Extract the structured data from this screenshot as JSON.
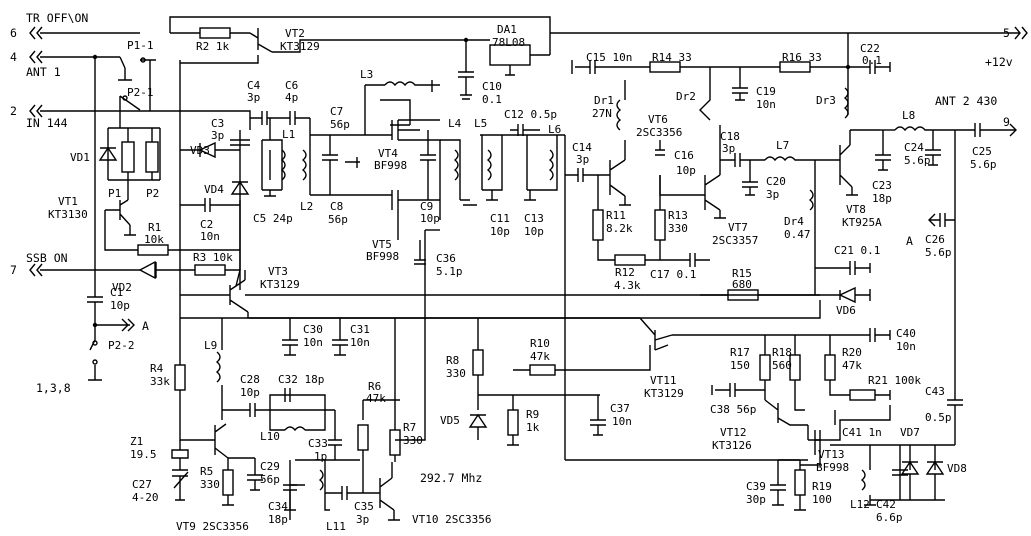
{
  "ports": {
    "p6": "6",
    "p4": "4",
    "p2": "2",
    "p7": "7",
    "p5": "5",
    "p9": "9",
    "tr_off_on": "TR OFF\\ON",
    "ant1": "ANT 1",
    "in144": "IN 144",
    "ssb_on": "SSB ON",
    "ant2": "ANT 2 430",
    "v12": "+12v",
    "pins138": "1,3,8",
    "a_left": "A",
    "a_right": "A",
    "freq": "292.7 Mhz"
  },
  "parts": {
    "R2": "R2 1k",
    "VT2": "VT2",
    "VT2t": "KT3129",
    "DA1": "DA1",
    "DA1t": "78L08",
    "C10": "C10",
    "C10v": "0.1",
    "P1_1": "P1-1",
    "P2_1": "P2-1",
    "P2_2": "P2-2",
    "C4": "C4",
    "C4v": "3p",
    "C6": "C6",
    "C6v": "4p",
    "C3": "C3",
    "C3v": "3p",
    "L1": "L1",
    "L2": "L2",
    "L3": "L3",
    "L4": "L4",
    "L5": "L5",
    "L6": "L6",
    "C5": "C5 24p",
    "C7": "C7",
    "C7v": "56p",
    "C8": "C8",
    "C8v": "56p",
    "VT4": "VT4",
    "VT4t": "BF998",
    "VT5": "VT5",
    "VT5t": "BF998",
    "C9": "C9",
    "C9v": "10p",
    "C11": "C11",
    "C11v": "10p",
    "C12": "C12 0.5p",
    "C13": "C13",
    "C13v": "10p",
    "C36": "C36",
    "C36v": "5.1p",
    "VD1": "VD1",
    "VD2": "VD2",
    "VD3": "VD3",
    "VD4": "VD4",
    "P1": "P1",
    "P2": "P2",
    "VT1": "VT1",
    "VT1t": "KT3130",
    "R1": "R1",
    "R1v": "10k",
    "C2": "C2",
    "C2v": "10n",
    "R3": "R3 10k",
    "VT3": "VT3",
    "VT3t": "KT3129",
    "C1": "C1",
    "C1v": "10p",
    "C15": "C15 10n",
    "R14": "R14 33",
    "R16": "R16 33",
    "C22": "C22",
    "C22v": "0.1",
    "C19": "C19",
    "C19v": "10n",
    "Dr1": "Dr1",
    "Dr1v": "27N",
    "Dr2": "Dr2",
    "Dr3": "Dr3",
    "VT6": "VT6",
    "VT6t": "2SC3356",
    "C14": "C14",
    "C14v": "3p",
    "C16": "C16",
    "C16v": "10p",
    "C18": "C18",
    "C18v": "3p",
    "L7": "L7",
    "L8": "L8",
    "C20": "C20",
    "C20v": "3p",
    "C24": "C24",
    "C24v": "5.6p",
    "C25": "C25",
    "C25v": "5.6p",
    "C23": "C23",
    "C23v": "18p",
    "R11": "R11",
    "R11v": "8.2k",
    "R13": "R13",
    "R13v": "330",
    "VT7": "VT7",
    "VT7t": "2SC3357",
    "Dr4": "Dr4",
    "Dr4v": "0.47",
    "VT8": "VT8",
    "VT8t": "KT925A",
    "C21": "C21 0.1",
    "C26": "C26",
    "C26v": "5.6p",
    "R12": "R12",
    "R12v": "4.3k",
    "C17": "C17 0.1",
    "R15": "R15",
    "R15v": "680",
    "VD6": "VD6",
    "C30": "C30",
    "C30v": "10n",
    "C31": "C31",
    "C31v": "10n",
    "L9": "L9",
    "R4": "R4",
    "R4v": "33k",
    "C28": "C28",
    "C28v": "10p",
    "C32": "C32 18p",
    "L10": "L10",
    "C33": "C33",
    "C33v": "1p",
    "Z1": "Z1",
    "Z1v": "19.5",
    "R5": "R5",
    "R5v": "330",
    "C29": "C29",
    "C29v": "56p",
    "C27": "C27",
    "C27v": "4-20",
    "VT9": "VT9 2SC3356",
    "C34": "C34",
    "C34v": "18p",
    "L11": "L11",
    "C35": "C35",
    "C35v": "3p",
    "R6": "R6",
    "R6v": "47k",
    "R7": "R7",
    "R7v": "330",
    "VT10": "VT10 2SC3356",
    "R8": "R8",
    "R8v": "330",
    "R10": "R10",
    "R10v": "47k",
    "R9": "R9",
    "R9v": "1k",
    "VD5": "VD5",
    "C37": "C37",
    "C37v": "10n",
    "VT11": "VT11",
    "VT11t": "KT3129",
    "C40": "C40",
    "C40v": "10n",
    "R17": "R17",
    "R17v": "150",
    "R18": "R18",
    "R18v": "560",
    "R20": "R20",
    "R20v": "47k",
    "R21": "R21 100k",
    "C38": "C38 56p",
    "VT12": "VT12",
    "VT12t": "KT3126",
    "C41": "C41 1n",
    "C43": "C43",
    "C43v": "0.5p",
    "VD7": "VD7",
    "VD8": "VD8",
    "VT13": "VT13",
    "VT13t": "BF998",
    "C39": "C39",
    "C39v": "30p",
    "R19": "R19",
    "R19v": "100",
    "L12": "L12",
    "C42": "C42",
    "C42v": "6.6p"
  }
}
